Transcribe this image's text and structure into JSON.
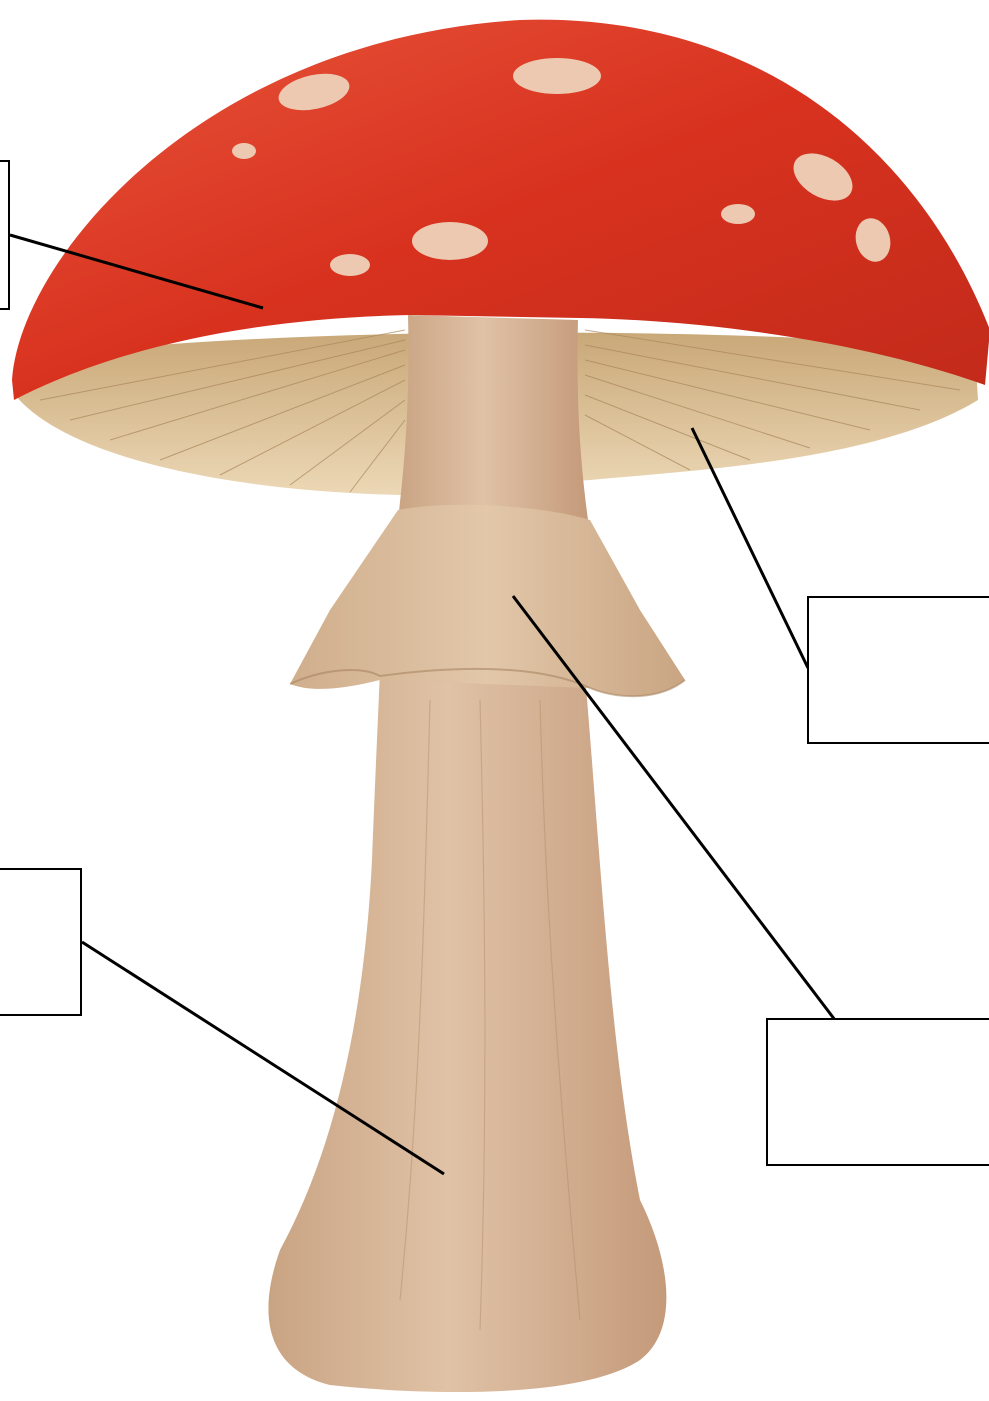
{
  "diagram": {
    "subject": "mushroom",
    "colors": {
      "cap": "#d8321f",
      "cap_spot": "#ecc9b0",
      "gills": "#d8bd92",
      "stem": "#d9b89a",
      "ring": "#d7b995",
      "leader_line": "#000000"
    },
    "labels": [
      {
        "id": "cap",
        "text": ""
      },
      {
        "id": "gills",
        "text": ""
      },
      {
        "id": "stem",
        "text": ""
      },
      {
        "id": "ring",
        "text": ""
      }
    ]
  }
}
